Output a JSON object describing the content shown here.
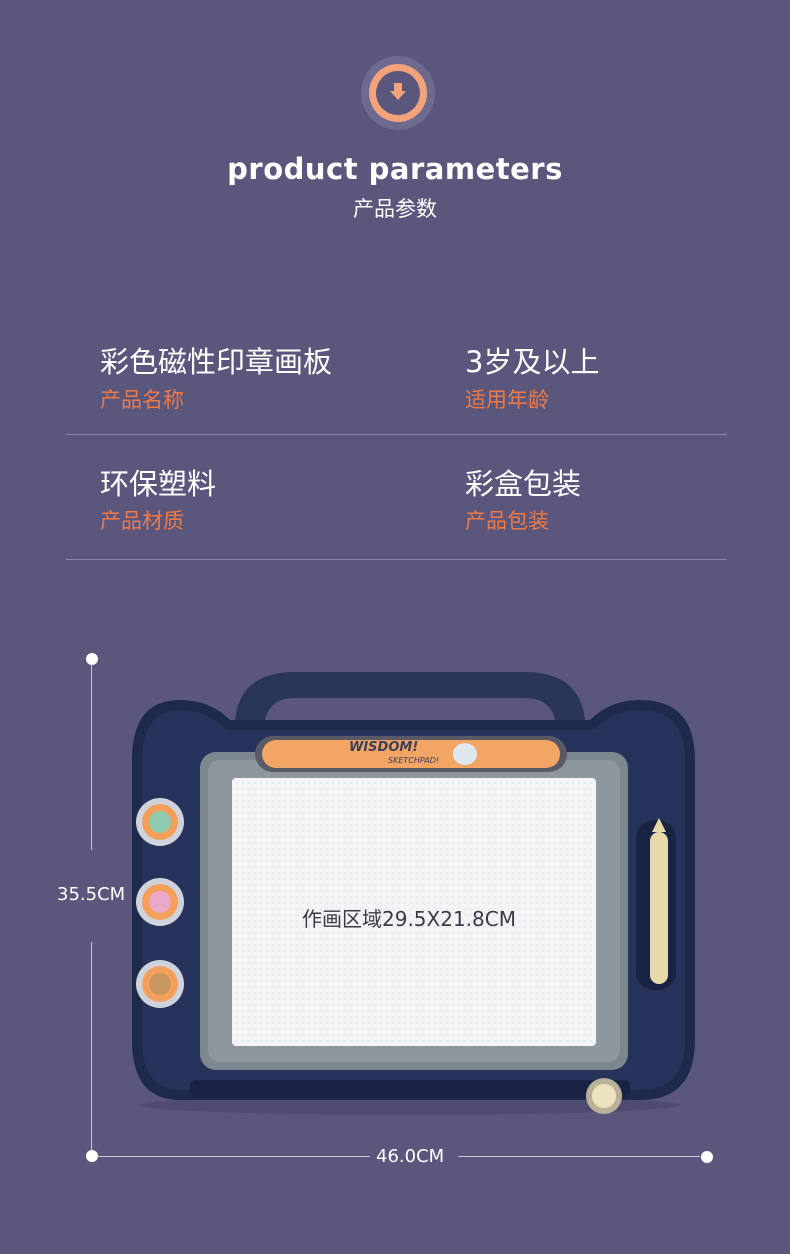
{
  "header": {
    "title_en": "product parameters",
    "title_cn": "产品参数",
    "icon": "down-arrow-icon"
  },
  "params": [
    {
      "value": "彩色磁性印章画板",
      "label": "产品名称"
    },
    {
      "value": "3岁及以上",
      "label": "适用年龄"
    },
    {
      "value": "环保塑料",
      "label": "产品材质"
    },
    {
      "value": "彩盒包装",
      "label": "产品包装"
    }
  ],
  "product": {
    "brand_line1": "WISDOM!",
    "brand_line2": "SKETCHPAD!",
    "drawing_area": "作画区域29.5X21.8CM",
    "height": "35.5CM",
    "width": "46.0CM"
  },
  "colors": {
    "background": "#5b567c",
    "accent": "#f07a45",
    "badge": "#f3a37a",
    "board_frame": "#1e2a4a"
  }
}
